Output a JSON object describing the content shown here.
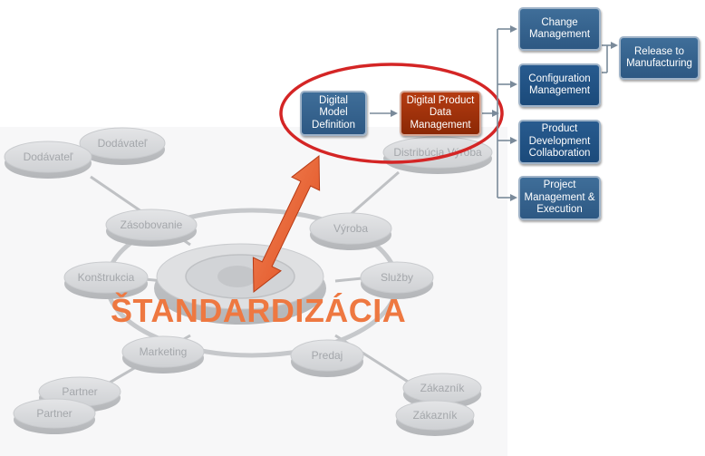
{
  "hub_nodes": {
    "dodavatel_front": "Dodávateľ",
    "dodavatel_back": "Dodávateľ",
    "zasobovanie": "Zásobovanie",
    "konstrukcia": "Konštrukcia",
    "marketing": "Marketing",
    "partner_front": "Partner",
    "partner_back": "Partner",
    "vyroba": "Výroba",
    "sluzby": "Služby",
    "predaj": "Predaj",
    "zakaznik_front": "Zákazník",
    "zakaznik_back": "Zákazník",
    "distribucia": "Distribúcia Výroba"
  },
  "standard_label": "ŠTANDARDIZÁCIA",
  "flow_boxes": {
    "digital_model": "Digital Model Definition",
    "digital_pdm": "Digital Product Data Management",
    "change": "Change Management",
    "configuration": "Configuration Management",
    "product_dev": "Product Development Collaboration",
    "project": "Project Management & Execution",
    "release": "Release to Manufacturing"
  },
  "colors": {
    "flow_blue": "#3f6e99",
    "flow_dark_blue": "#1b4a7a",
    "flow_active": "#8b2805",
    "highlight_ring": "#d42525",
    "standard_text": "#ee7841",
    "arrow_fill": "#e8582a"
  }
}
